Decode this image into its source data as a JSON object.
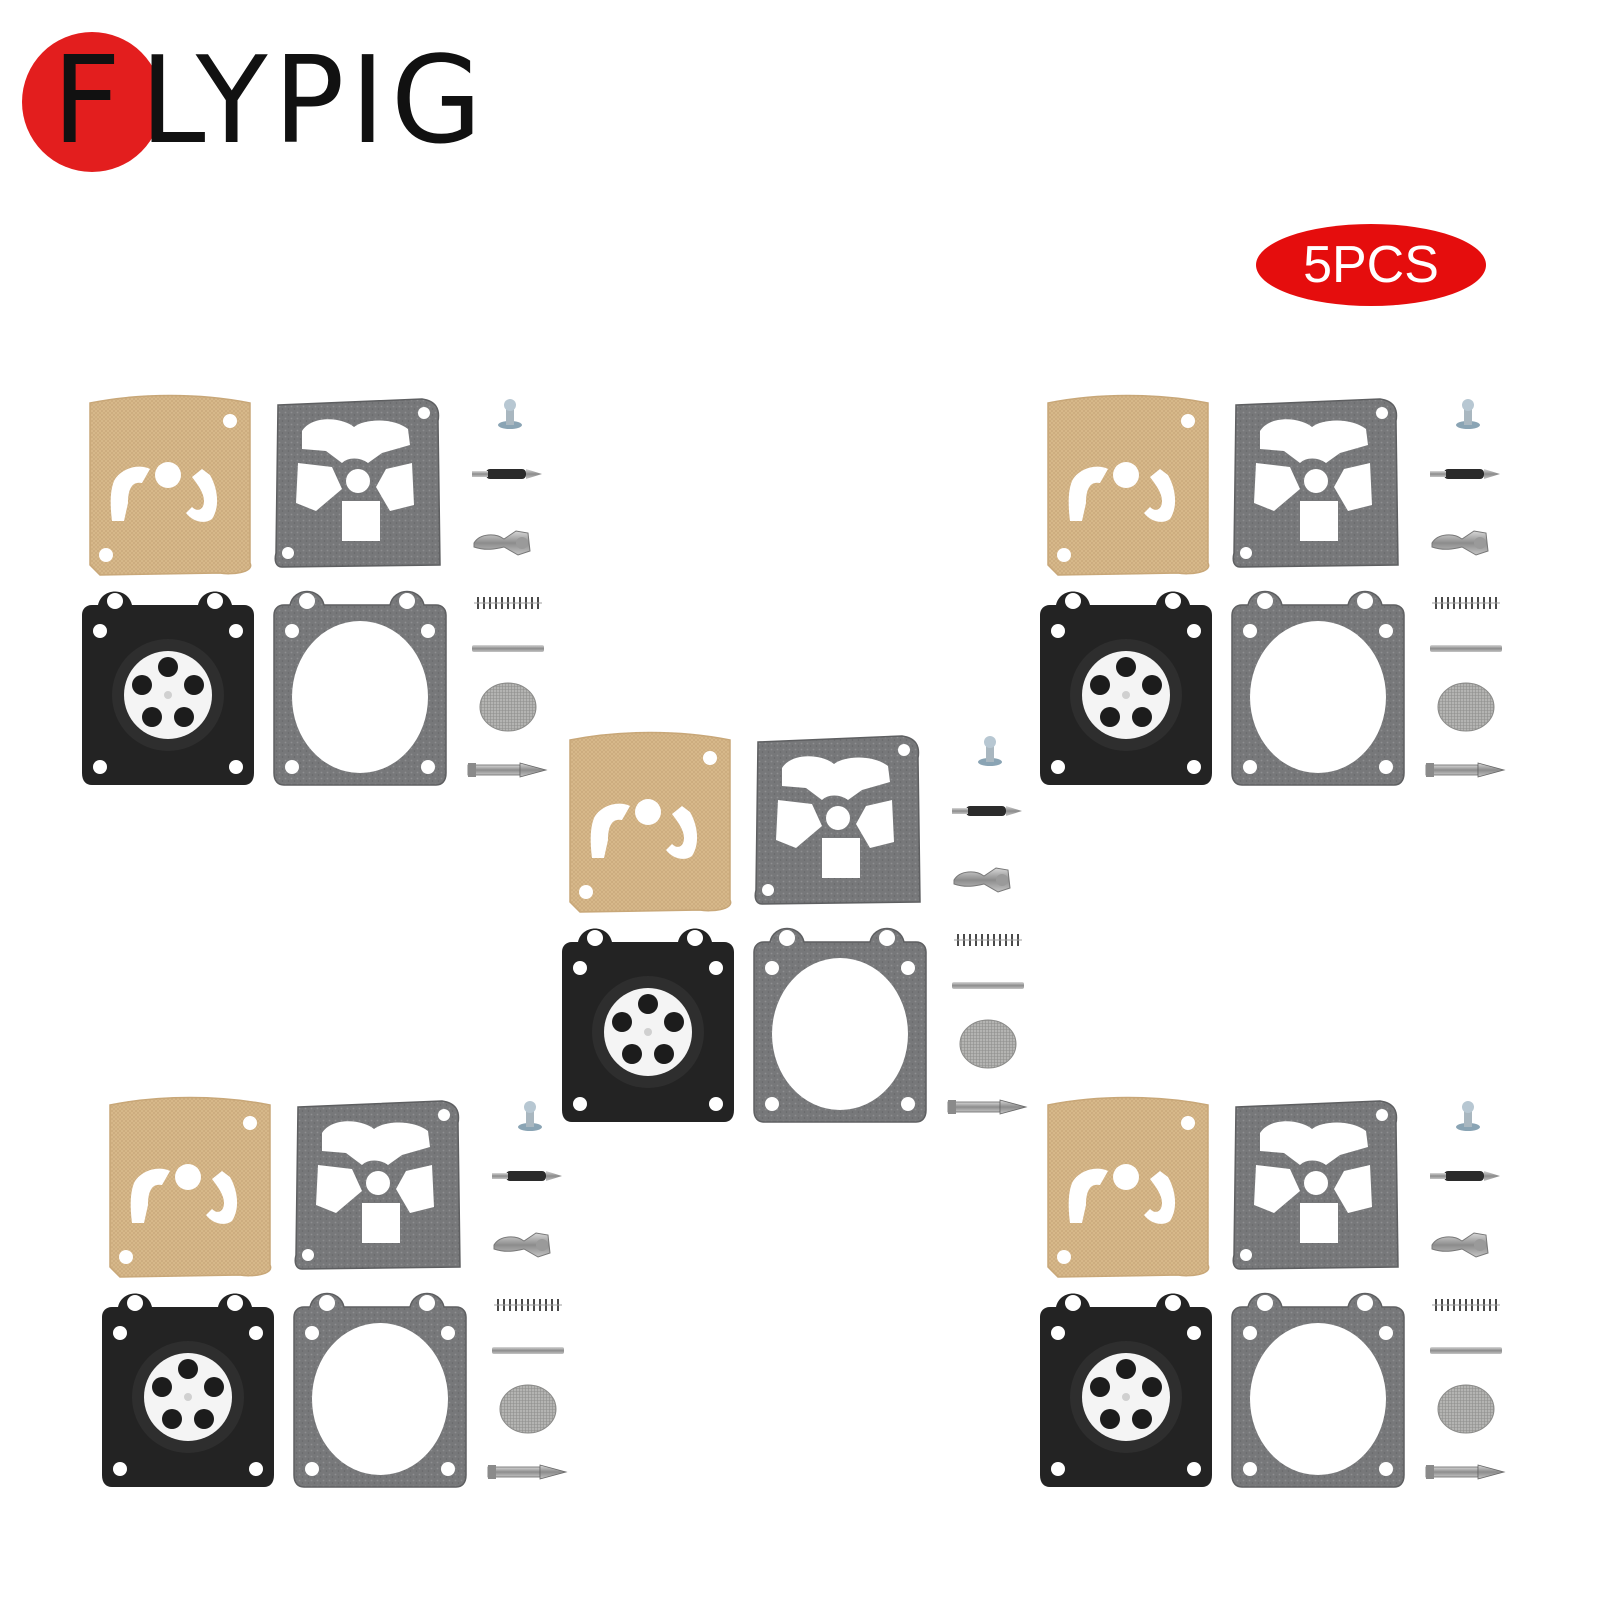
{
  "logo": {
    "first_letter": "F",
    "rest": "LYPIG",
    "circle_color": "#e31e1e"
  },
  "badge": {
    "text": "5PCS",
    "color": "#e50d0d"
  },
  "kit": {
    "name": "carburetor-repair-kit",
    "count": 5,
    "colors": {
      "filter_paper": "#d9b98a",
      "gasket": "#7a7a78",
      "diaphragm": "#222222",
      "metal": "#a8a8a8"
    }
  }
}
